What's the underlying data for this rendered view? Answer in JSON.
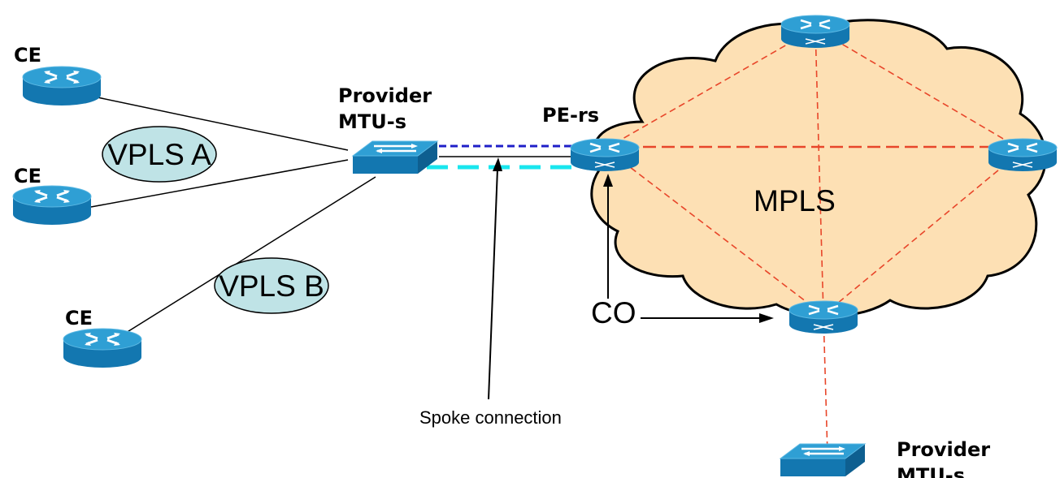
{
  "labels": {
    "ce_1": "CE",
    "ce_2": "CE",
    "ce_3": "CE",
    "mtu_top_line1": "Provider",
    "mtu_top_line2": "MTU-s",
    "pe_rs": "PE-rs",
    "vpls_a": "VPLS A",
    "vpls_b": "VPLS B",
    "mpls": "MPLS",
    "co": "CO",
    "spoke": "Spoke connection",
    "mtu_bottom_line1": "Provider",
    "mtu_bottom_line2": "MTU-s"
  },
  "colors": {
    "router_top": "#2f9fd4",
    "router_side": "#1377b0",
    "cloud_fill": "#fde0b4",
    "cloud_stroke": "#000000",
    "mesh_line": "#e8462a",
    "spoke_blue": "#1f1fc8",
    "spoke_cyan": "#19e6ee",
    "vpls_fill": "#bfe3e6"
  },
  "icons": {
    "router": "router-icon",
    "switch": "switch-icon"
  }
}
